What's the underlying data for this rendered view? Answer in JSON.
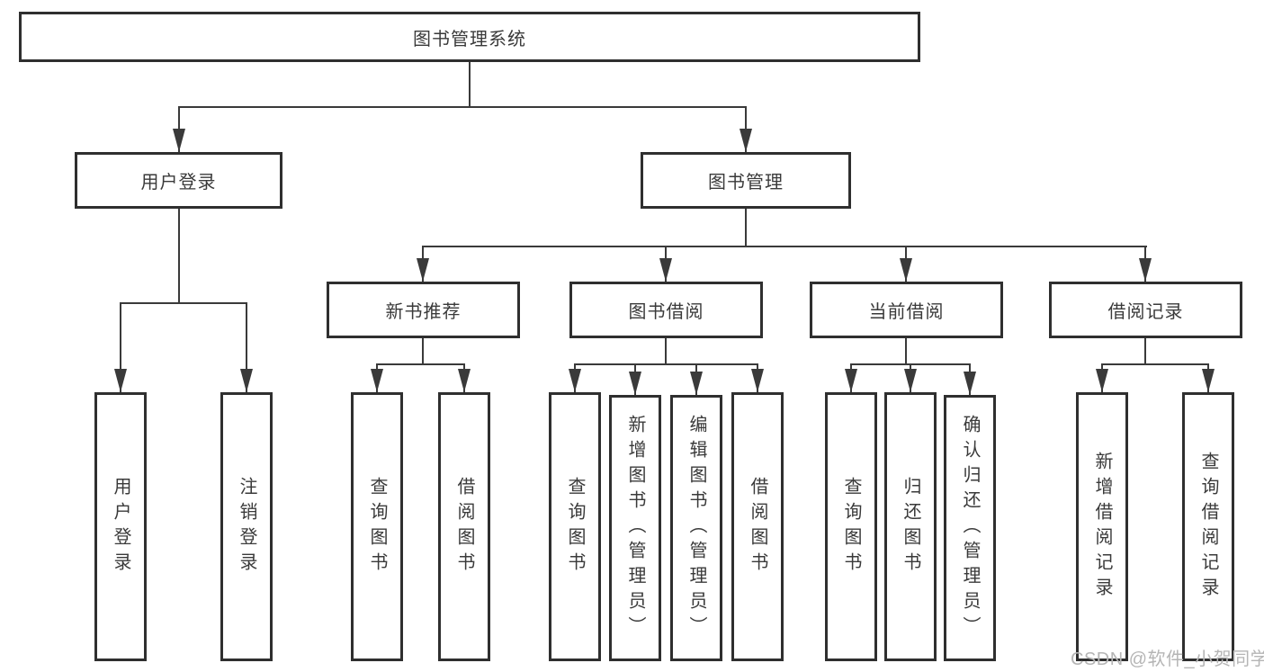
{
  "diagram_type": "hierarchy-tree",
  "watermark": "CSDN @软件_小贺同学",
  "colors": {
    "background": "#ffffff",
    "box_border": "#2f2f2f",
    "line": "#3a3a3a",
    "text": "#3a3a3a",
    "watermark_text": "#b5b5b5"
  },
  "tree": {
    "root": "图书管理系统",
    "branches": [
      {
        "label": "用户登录",
        "children": [
          "用户登录",
          "注销登录"
        ]
      },
      {
        "label": "图书管理",
        "groups": [
          {
            "label": "新书推荐",
            "children": [
              "查询图书",
              "借阅图书"
            ]
          },
          {
            "label": "图书借阅",
            "children": [
              "查询图书",
              "新增图书（管理员）",
              "编辑图书（管理员）",
              "借阅图书"
            ]
          },
          {
            "label": "当前借阅",
            "children": [
              "查询图书",
              "归还图书",
              "确认归还（管理员）"
            ]
          },
          {
            "label": "借阅记录",
            "children": [
              "新增借阅记录",
              "查询借阅记录"
            ]
          }
        ]
      }
    ]
  }
}
